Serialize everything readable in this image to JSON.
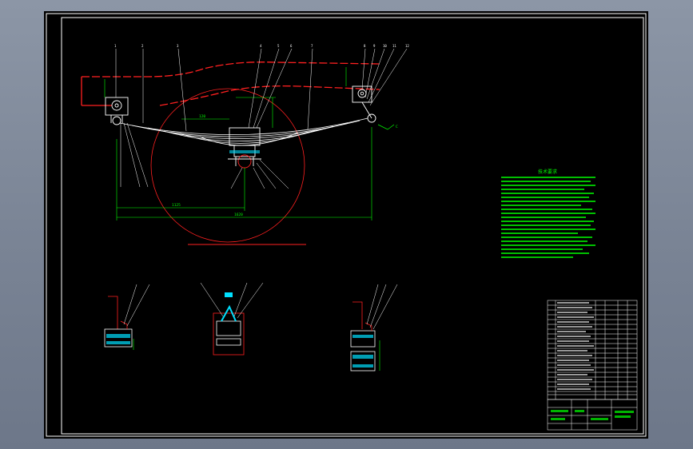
{
  "colors": {
    "background": "#000000",
    "line": "#ffffff",
    "red": "#ff2020",
    "green": "#00ff00",
    "cyan": "#00e0ff"
  },
  "drawing": {
    "leader_labels_top_left": [
      "1",
      "2",
      "3"
    ],
    "leader_labels_top_mid": [
      "4",
      "5",
      "6",
      "7"
    ],
    "leader_labels_top_right": [
      "8",
      "9",
      "10",
      "11",
      "12"
    ],
    "dimension_text_short": "120",
    "dimension_text_mid": "1125",
    "dimension_text_long": "1620",
    "arrow_label": "C",
    "notes_title": "技术要求"
  }
}
